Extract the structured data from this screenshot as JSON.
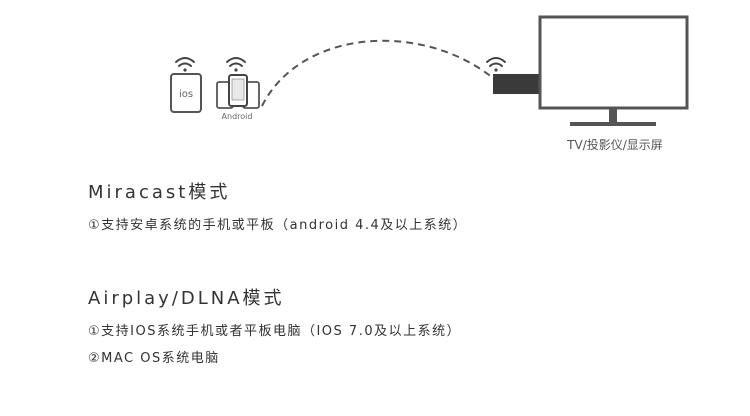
{
  "devices": {
    "ios_label": "ios",
    "android_label": "Android"
  },
  "tv": {
    "caption": "TV/投影仪/显示屏"
  },
  "sections": [
    {
      "title": "Miracast模式",
      "items": [
        "①支持安卓系统的手机或平板（android 4.4及以上系统）"
      ]
    },
    {
      "title": "Airplay/DLNA模式",
      "items": [
        "①支持IOS系统手机或者平板电脑（IOS 7.0及以上系统）",
        "②MAC OS系统电脑"
      ]
    }
  ],
  "colors": {
    "line": "#555555",
    "dongle": "#3a3a3a",
    "text": "#333333"
  }
}
